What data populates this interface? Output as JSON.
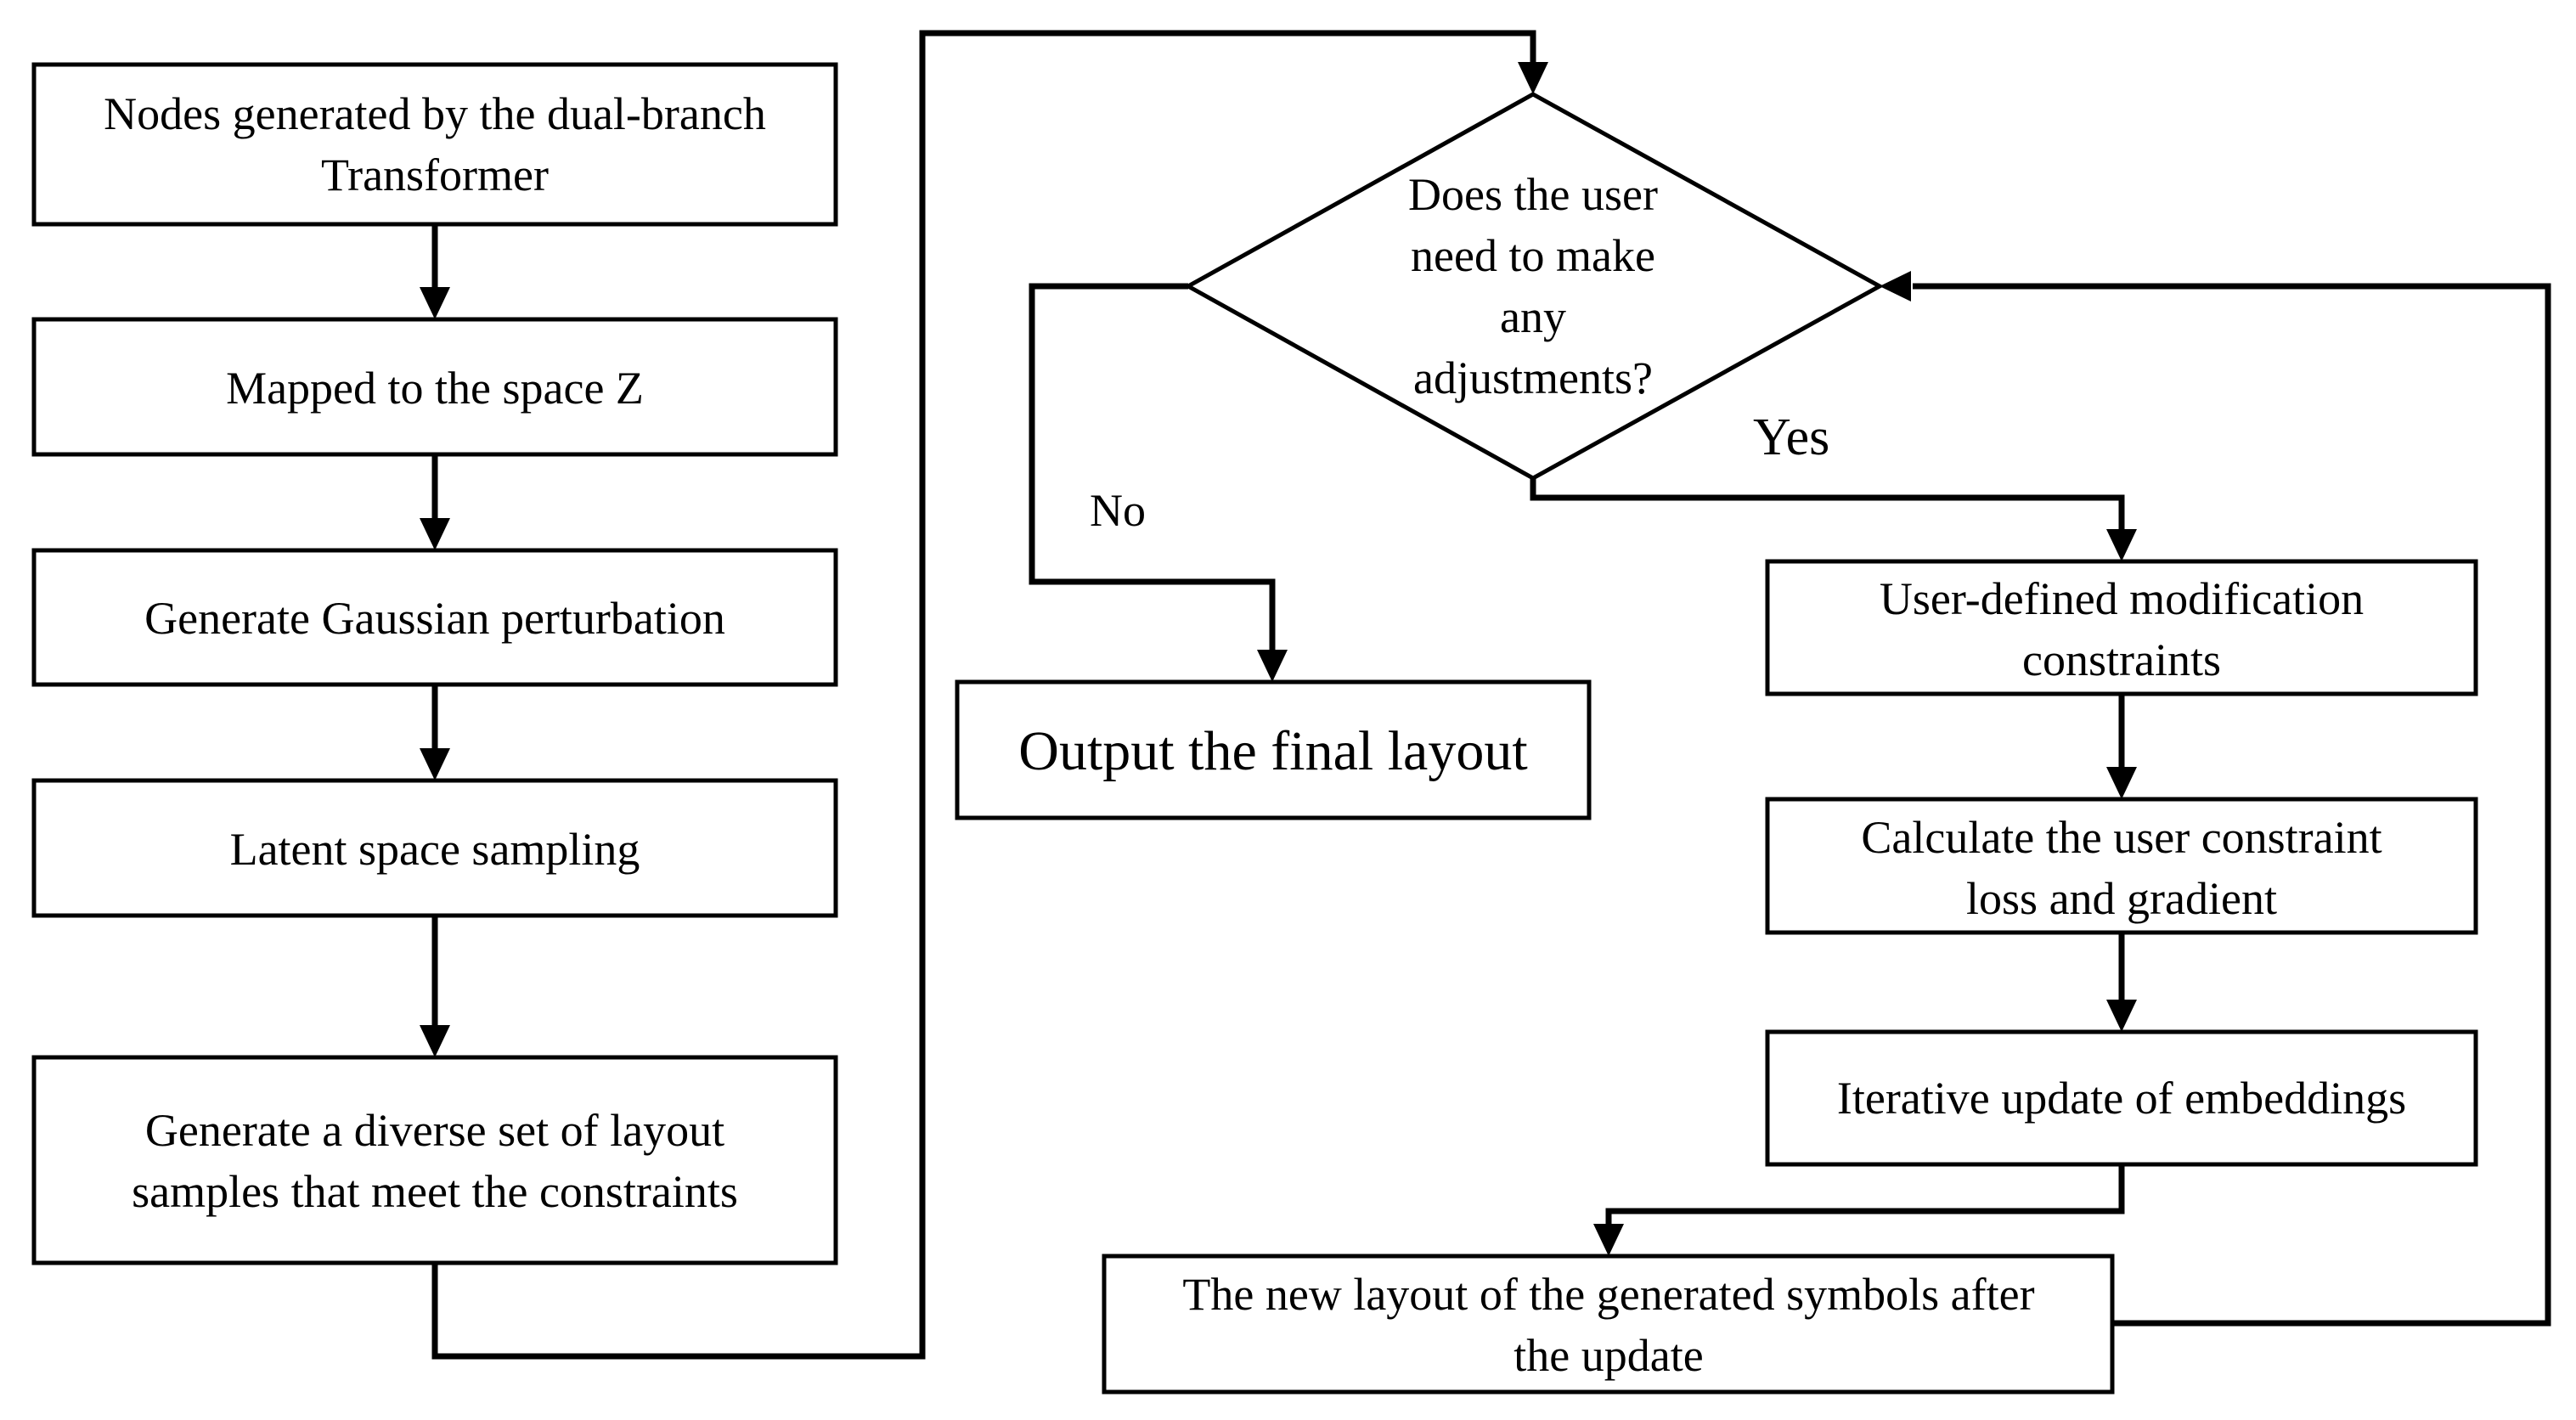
{
  "nodes": {
    "nodes_generated": {
      "lines": [
        "Nodes generated by the dual-branch",
        "Transformer"
      ]
    },
    "mapped_space": {
      "lines": [
        "Mapped to the space Z"
      ]
    },
    "gaussian": {
      "lines": [
        "Generate Gaussian perturbation"
      ]
    },
    "latent_sampling": {
      "lines": [
        "Latent space sampling"
      ]
    },
    "diverse_set": {
      "lines": [
        "Generate a diverse set of layout",
        "samples that meet the constraints"
      ]
    },
    "decision": {
      "lines": [
        "Does the user",
        "need to make",
        "any",
        "adjustments?"
      ]
    },
    "output_final": {
      "lines": [
        "Output the final layout"
      ]
    },
    "user_constraints": {
      "lines": [
        "User-defined modification",
        "constraints"
      ]
    },
    "calc_loss": {
      "lines": [
        "Calculate the user constraint",
        "loss and gradient"
      ]
    },
    "iterative_update": {
      "lines": [
        "Iterative update of embeddings"
      ]
    },
    "new_layout": {
      "lines": [
        "The new layout of the generated symbols after",
        "the update"
      ]
    }
  },
  "branch_labels": {
    "no": "No",
    "yes": "Yes"
  }
}
